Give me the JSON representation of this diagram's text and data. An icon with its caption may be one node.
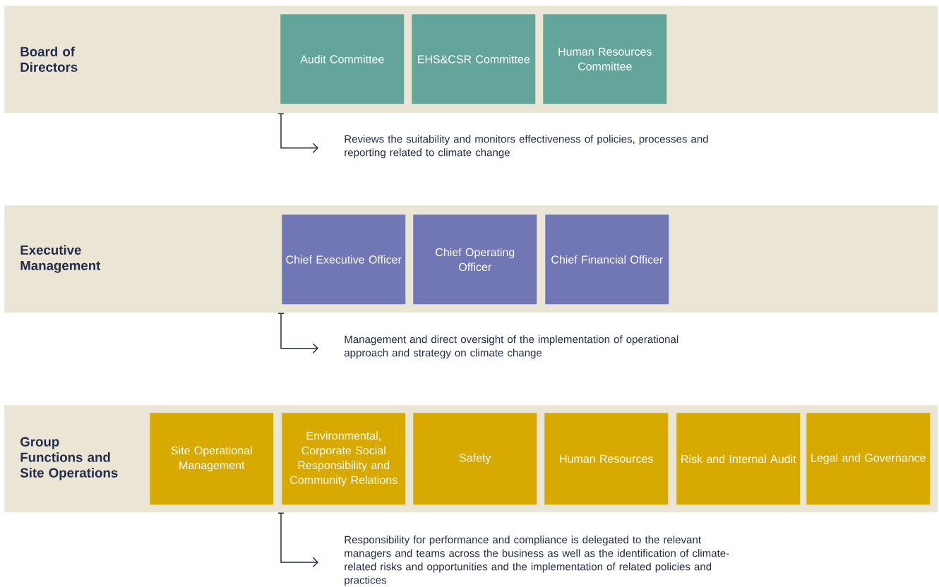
{
  "diagram": {
    "nodes": [
      {
        "text": [
          "Board of Directors"
        ]
      },
      {
        "text": [
          "Audit Committee"
        ],
        "in": 0
      },
      {
        "text": [
          "EHS&CSR Committee"
        ],
        "in": 0
      },
      {
        "text": [
          "Human Resources Committee"
        ],
        "in": 0
      },
      {
        "text": [
          "Reviews the suitability and monitors effectiveness of policies, processes and reporting related to climate change"
        ]
      },
      {
        "text": [
          "Executive Management"
        ]
      },
      {
        "text": [
          "Chief Executive Officer"
        ],
        "in": 5
      },
      {
        "text": [
          "Chief Operating Officer"
        ],
        "in": 5
      },
      {
        "text": [
          "Chief Financial Officer"
        ],
        "in": 5
      },
      {
        "text": [
          "Management and direct oversight of the implementation of operational approach and strategy on climate change"
        ]
      },
      {
        "text": [
          "Group Functions and Site Operations"
        ]
      },
      {
        "text": [
          "Site Operational Management"
        ],
        "in": 10
      },
      {
        "text": [
          "Environmental, Corporate Social Responsibility and Community Relations"
        ],
        "in": 10
      },
      {
        "text": [
          "Safety"
        ],
        "in": 10
      },
      {
        "text": [
          "Human Resources"
        ],
        "in": 10
      },
      {
        "text": [
          "Risk and Internal Audit"
        ],
        "in": 10
      },
      {
        "text": [
          "Legal and Governance"
        ],
        "in": 10
      },
      {
        "text": [
          "Responsibility for performance and compliance is delegated to the relevant managers and teams across the business as well as the identification of climate-related risks and opportunities and the implementation of related policies and practices"
        ]
      }
    ],
    "edges": [
      {
        "from": 0,
        "to": 4,
        "arrow": "to"
      },
      {
        "from": 5,
        "to": 9,
        "arrow": "to"
      },
      {
        "from": 10,
        "to": 17,
        "arrow": "to"
      }
    ]
  }
}
